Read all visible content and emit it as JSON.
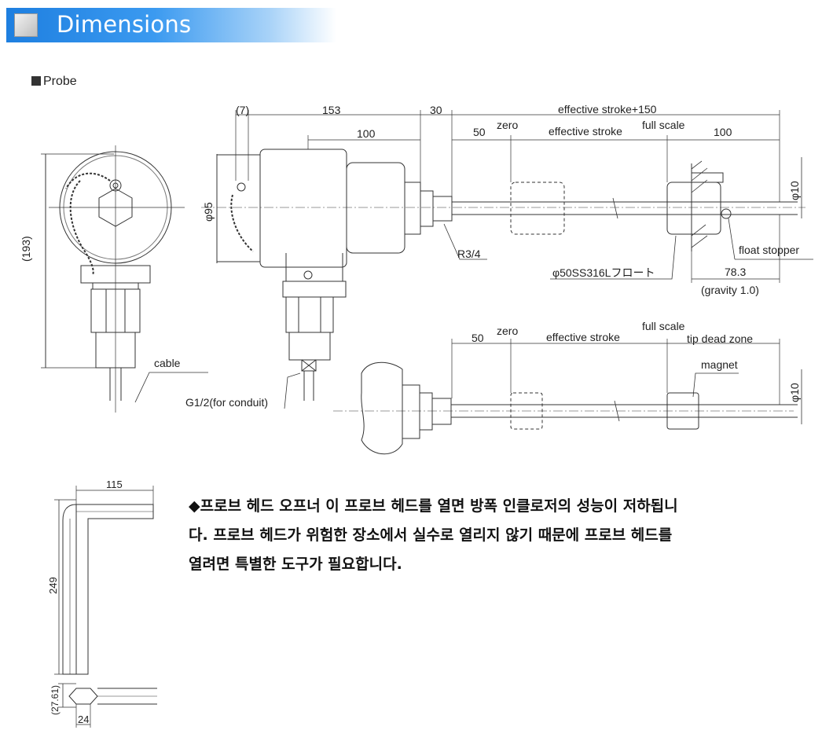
{
  "header": {
    "title": "Dimensions",
    "icon": "gray-square-icon"
  },
  "section_label": "Probe",
  "labels": {
    "d7": "(7)",
    "d153": "153",
    "d30": "30",
    "eff150": "effective stroke+150",
    "d100a": "100",
    "d50a": "50",
    "zero_a": "zero",
    "eff_a": "effective stroke",
    "full_a": "full scale",
    "d100b": "100",
    "phi95": "φ95",
    "phi10a": "φ10",
    "d193": "(193)",
    "r34": "R3/4",
    "float_stopper": "float stopper",
    "float": "φ50SS316Lフロート",
    "d783": "78.3",
    "gravity": "(gravity 1.0)",
    "cable": "cable",
    "g12": "G1/2(for conduit)",
    "full_b": "full scale",
    "d50b": "50",
    "zero_b": "zero",
    "eff_b": "effective stroke",
    "tip_dead": "tip dead zone",
    "magnet": "magnet",
    "phi10b": "φ10",
    "d115": "115",
    "d249": "249",
    "d2761": "(27.61)",
    "d24": "24"
  },
  "note": {
    "line1": "◆프로브 헤드 오프너 이 프로브 헤드를 열면 방폭 인클로저의 성능이 저하됩니",
    "line2": "다. 프로브 헤드가 위험한 장소에서 실수로 열리지 않기 때문에 프로브 헤드를",
    "line3": "열려면 특별한 도구가 필요합니다."
  }
}
